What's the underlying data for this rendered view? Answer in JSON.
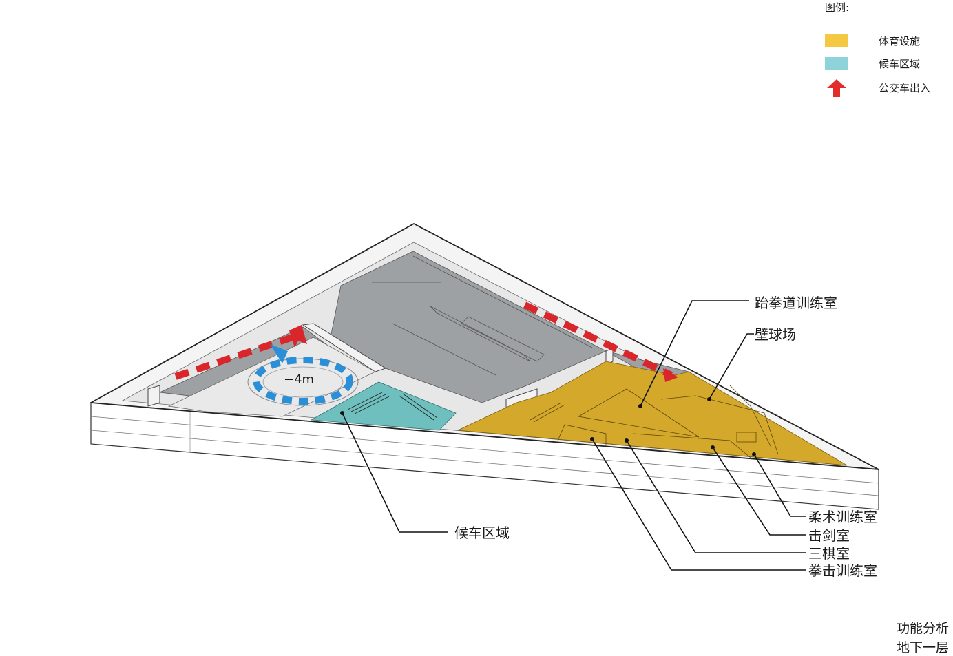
{
  "legend": {
    "title": "图例:",
    "items": [
      {
        "label": "体育设施",
        "color": "#f5c842"
      },
      {
        "label": "候车区域",
        "color": "#8fd3da"
      },
      {
        "label": "公交车出入",
        "color": "#e32c2c"
      }
    ]
  },
  "level_marker": "−4m",
  "callouts": {
    "taekwondo": "跆拳道训练室",
    "squash": "壁球场",
    "waiting": "候车区域",
    "jujutsu": "柔术训练室",
    "fencing": "击剑室",
    "chess": "三棋室",
    "boxing": "拳击训练室"
  },
  "caption": {
    "line1": "功能分析",
    "line2": "地下一层"
  },
  "colors": {
    "sports": "#d4a82b",
    "waiting": "#6fbfbf",
    "parking": "#9ea1a4",
    "bus_route": "#d8262b",
    "ramp_arrow": "#2a8fd6"
  }
}
